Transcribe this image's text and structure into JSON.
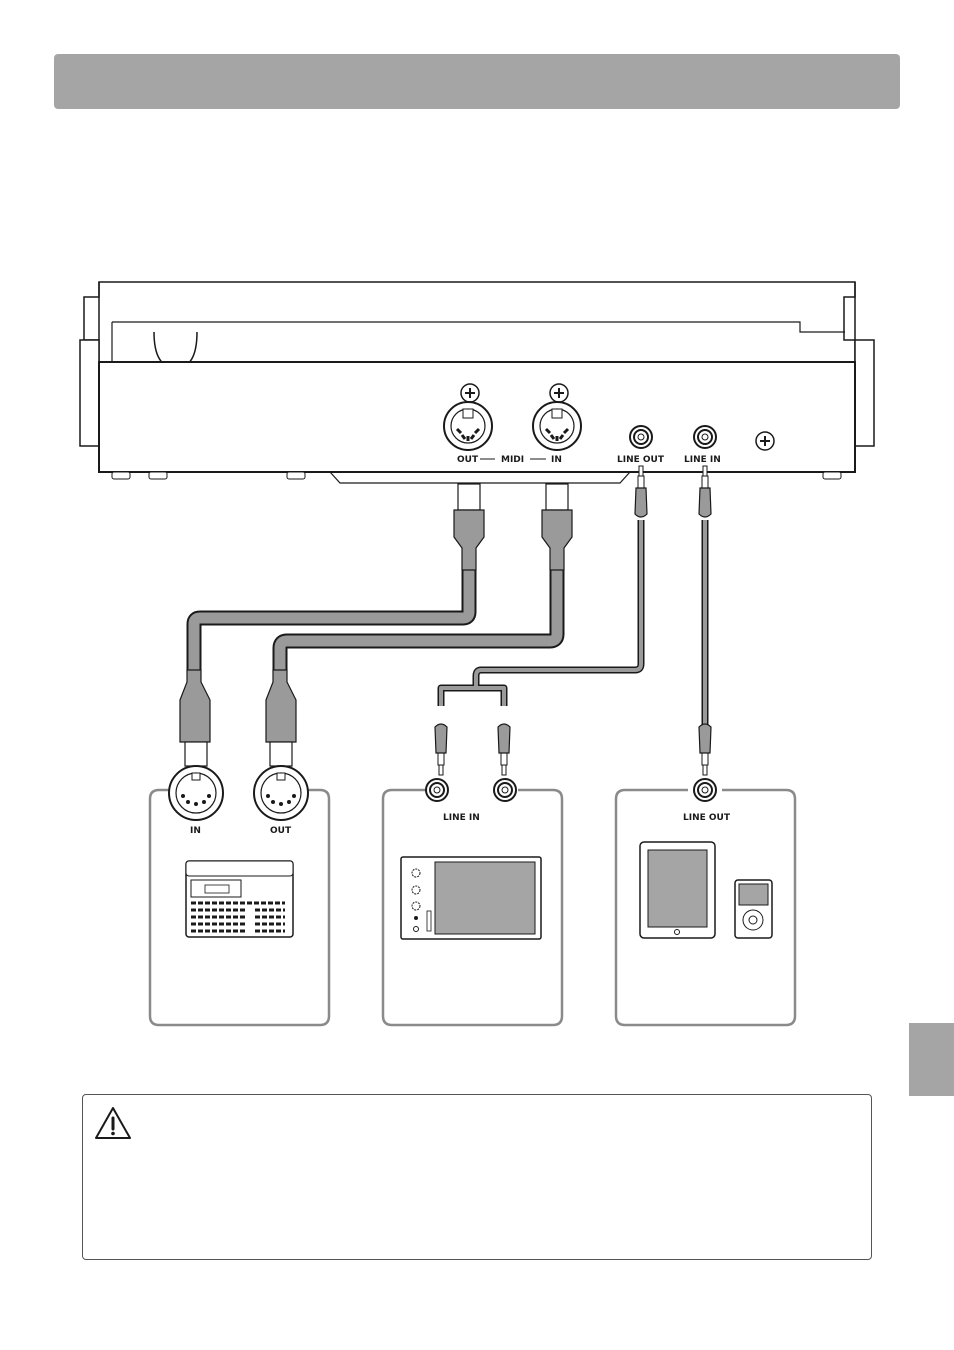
{
  "labels": {
    "midi": "MIDI",
    "midi_out": "OUT",
    "midi_in": "IN",
    "line_out": "LINE OUT",
    "line_in": "LINE IN",
    "box1_in": "IN",
    "box1_out": "OUT",
    "box2_line_in": "LINE IN",
    "box3_line_out": "LINE OUT"
  },
  "icons": {
    "caution": "warning-triangle-icon",
    "midi_device": "drum-machine-icon",
    "audio_device": "mixer-icon",
    "playback_device": "tablet-icon",
    "music_player": "music-player-icon"
  },
  "colors": {
    "header": "#a6a5a5",
    "cable": "#9a9a9a",
    "outline": "#1a1a1a",
    "box_border": "#8a8a8a"
  }
}
